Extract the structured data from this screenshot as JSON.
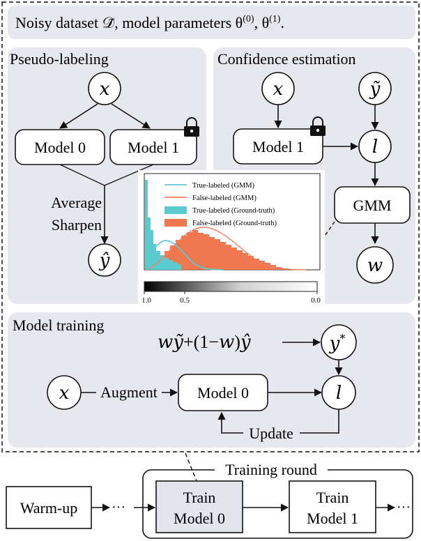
{
  "header": {
    "text": "Noisy dataset 𝒟̃, model parameters θ",
    "sup0": "(0)",
    "mid": ", θ",
    "sup1": "(1)",
    "end": "."
  },
  "pseudo_labeling": {
    "title": "Pseudo-labeling",
    "input_node": "x",
    "model0": "Model 0",
    "model1": "Model 1",
    "label_average": "Average",
    "label_sharpen": "Sharpen",
    "output_node": "ŷ"
  },
  "confidence_estimation": {
    "title": "Confidence estimation",
    "input_node": "x",
    "label_node": "ỹ",
    "model1": "Model 1",
    "loss_node": "l",
    "gmm": "GMM",
    "weight_node": "w"
  },
  "inset_chart": {
    "legend": [
      {
        "label": "True-labeled (GMM)",
        "color": "#5ccbd0",
        "kind": "line"
      },
      {
        "label": "False-labeled (GMM)",
        "color": "#f08060",
        "kind": "line"
      },
      {
        "label": "True-labeled (Ground-truth)",
        "color": "#5ccbd0",
        "kind": "box"
      },
      {
        "label": "False-labeled (Ground-truth)",
        "color": "#f07850",
        "kind": "box"
      }
    ],
    "colorbar_ticks": [
      "1.0",
      "0.5",
      "0.0"
    ]
  },
  "model_training": {
    "title": "Model training",
    "formula_w1": "w",
    "formula_y": "ỹ",
    "formula_mid": "+(1−",
    "formula_w2": "w",
    "formula_close": ")",
    "formula_yhat": "ŷ",
    "target_node": "y",
    "target_sup": "*",
    "input_node": "x",
    "augment": "Augment",
    "model0": "Model 0",
    "loss_node": "l",
    "update": "Update"
  },
  "training_round": {
    "title": "Training round",
    "warmup": "Warm-up",
    "ellipsis1": "···",
    "train0_line1": "Train",
    "train0_line2": "Model 0",
    "train1_line1": "Train",
    "train1_line2": "Model 1",
    "ellipsis2": "···"
  },
  "colors": {
    "panel_bg": "#e6e8ee",
    "box_stroke": "#111111",
    "highlight_box": "#e3e5ec",
    "true_cyan": "#5ccbd0",
    "false_orange": "#f07850"
  }
}
